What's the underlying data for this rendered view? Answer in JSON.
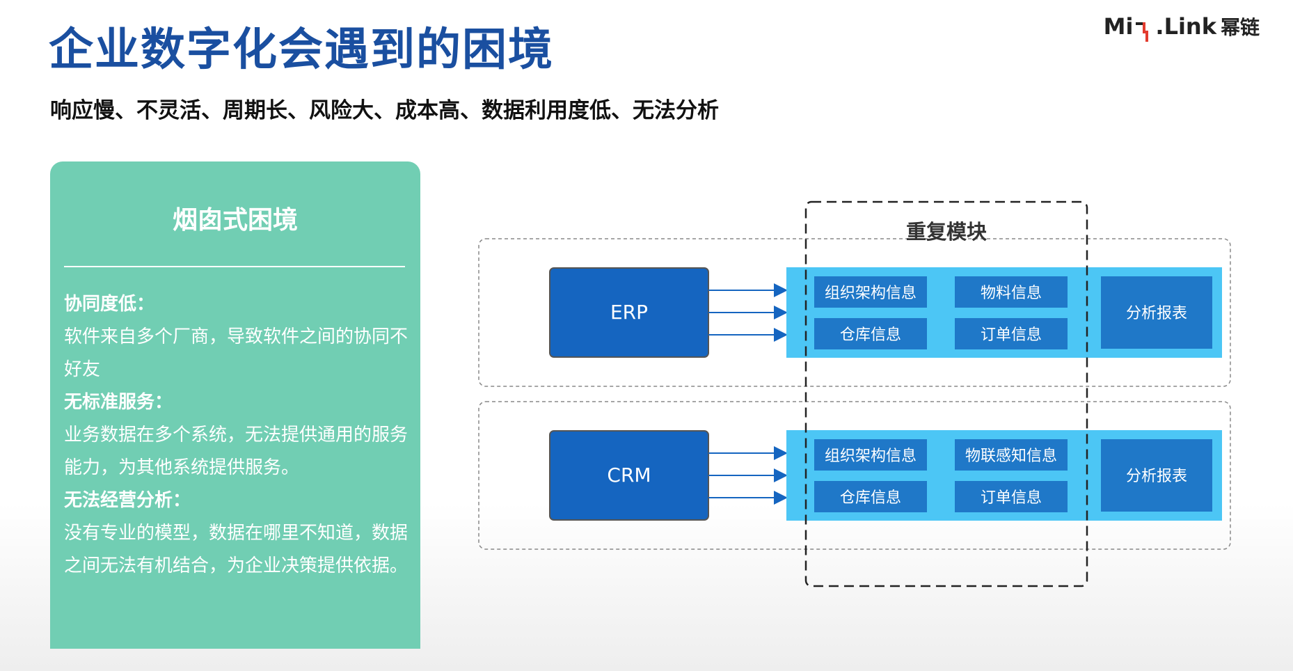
{
  "header": {
    "title": "企业数字化会遇到的困境",
    "subtitle": "响应慢、不灵活、周期长、风险大、成本高、数据利用度低、无法分析",
    "logo_text": "Mi",
    "logo_text2": ".Link",
    "logo_cn": "幂链"
  },
  "panel": {
    "title": "烟囱式困境",
    "divider": "———————————————————",
    "sections": [
      {
        "heading": "协同度低：",
        "text": "软件来自多个厂商，导致软件之间的协同不好友"
      },
      {
        "heading": "无标准服务：",
        "text": "业务数据在多个系统，无法提供通用的服务能力，为其他系统提供服务。"
      },
      {
        "heading": "无法经营分析：",
        "text": "没有专业的模型，数据在哪里不知道，数据之间无法有机结合，为企业决策提供依据。"
      }
    ]
  },
  "diagram": {
    "repeat_label": "重复模块",
    "rows": [
      {
        "system": "ERP",
        "modules": [
          "组织架构信息",
          "物料信息",
          "仓库信息",
          "订单信息"
        ],
        "report": "分析报表"
      },
      {
        "system": "CRM",
        "modules": [
          "组织架构信息",
          "物联感知信息",
          "仓库信息",
          "订单信息"
        ],
        "report": "分析报表"
      }
    ],
    "colors": {
      "system_box": "#1565c0",
      "light_band": "#4cc6f5",
      "module_box": "#1f78c8",
      "arrow": "#1565c0"
    }
  }
}
